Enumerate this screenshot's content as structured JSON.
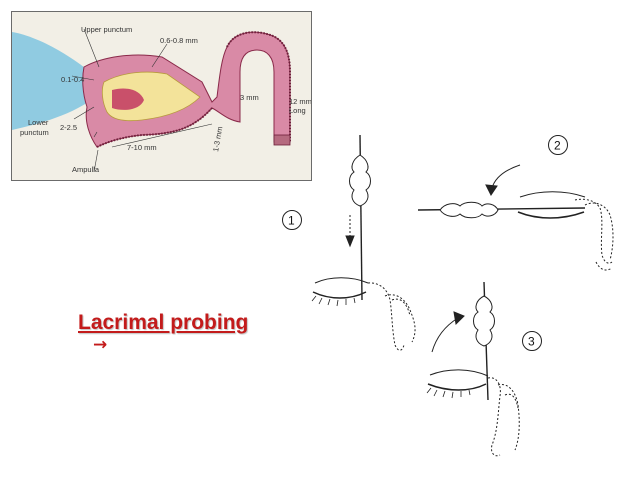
{
  "slide": {
    "title": "Lacrimal probing",
    "title_color": "#c31b1b",
    "bullet_arrow": "→"
  },
  "anatomy_diagram": {
    "labels": {
      "upper_punctum": "Upper punctum",
      "canaliculus_diameter": "0.6-0.8 mm",
      "punctum_diameter": "0.1-0.4",
      "sac_width": "3 mm",
      "duct_length": "12 mm",
      "duct_length_unit": "Long",
      "lower_punctum_1": "Lower",
      "lower_punctum_2": "punctum",
      "vertical_length": "2-2.5",
      "horizontal_length": "7-10 mm",
      "common_length": "1-3 mm",
      "ampulla": "Ampulla"
    },
    "colors": {
      "tissue": "#d98aa6",
      "sac_fill": "#f3e39a",
      "eye_blue": "#7fc4df"
    }
  },
  "probing_steps": {
    "step1": "1",
    "step2": "2",
    "step3": "3"
  }
}
